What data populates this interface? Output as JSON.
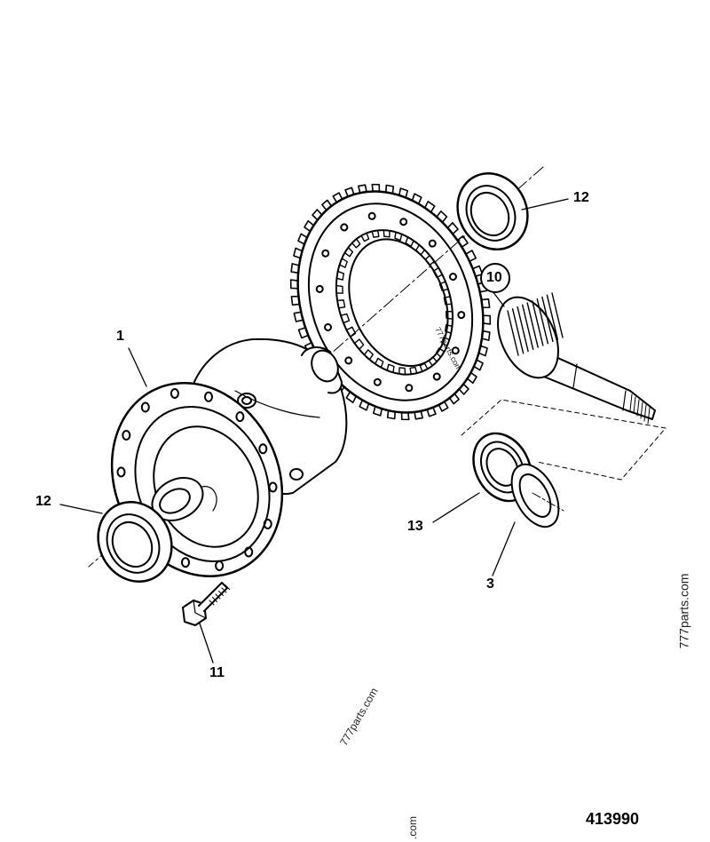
{
  "callouts": {
    "c1": "1",
    "c3": "3",
    "c10": "10",
    "c11": "11",
    "c12_top": "12",
    "c12_left": "12",
    "c13": "13"
  },
  "watermarks": {
    "right_vertical": "777parts.com",
    "center_rotated": "777parts.com",
    "on_gear": "777parts.com",
    "bottom_partial": ".com"
  },
  "drawing_number": "413990",
  "colors": {
    "line": "#000000",
    "background": "#ffffff"
  }
}
